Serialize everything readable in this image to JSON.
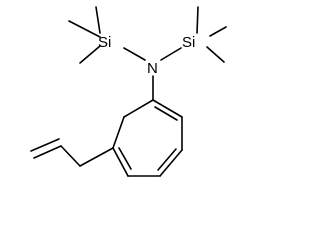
{
  "molecule": {
    "atoms": {
      "si_left": "Si",
      "n": "N",
      "si_right": "Si"
    },
    "colors": {
      "bond": "#000000",
      "label": "#000000",
      "background": "#ffffff"
    }
  }
}
